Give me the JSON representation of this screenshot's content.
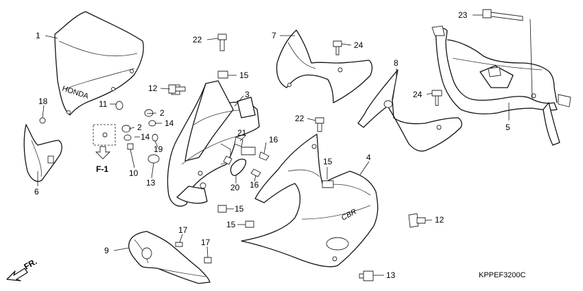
{
  "diagram": {
    "code": "KPPEF3200C",
    "front_label": "FR.",
    "view_ref": "F-1",
    "windscreen_text": "HONDA",
    "cowl_text": "CBR"
  },
  "callouts": [
    {
      "id": "c1",
      "label": "1"
    },
    {
      "id": "c2a",
      "label": "2"
    },
    {
      "id": "c2b",
      "label": "2"
    },
    {
      "id": "c3",
      "label": "3"
    },
    {
      "id": "c4",
      "label": "4"
    },
    {
      "id": "c5",
      "label": "5"
    },
    {
      "id": "c6",
      "label": "6"
    },
    {
      "id": "c7",
      "label": "7"
    },
    {
      "id": "c8",
      "label": "8"
    },
    {
      "id": "c9",
      "label": "9"
    },
    {
      "id": "c10",
      "label": "10"
    },
    {
      "id": "c11",
      "label": "11"
    },
    {
      "id": "c12a",
      "label": "12"
    },
    {
      "id": "c12b",
      "label": "12"
    },
    {
      "id": "c13a",
      "label": "13"
    },
    {
      "id": "c13b",
      "label": "13"
    },
    {
      "id": "c14a",
      "label": "14"
    },
    {
      "id": "c14b",
      "label": "14"
    },
    {
      "id": "c15a",
      "label": "15"
    },
    {
      "id": "c15b",
      "label": "15"
    },
    {
      "id": "c15c",
      "label": "15"
    },
    {
      "id": "c15d",
      "label": "15"
    },
    {
      "id": "c16a",
      "label": "16"
    },
    {
      "id": "c16b",
      "label": "16"
    },
    {
      "id": "c17a",
      "label": "17"
    },
    {
      "id": "c17b",
      "label": "17"
    },
    {
      "id": "c18",
      "label": "18"
    },
    {
      "id": "c19",
      "label": "19"
    },
    {
      "id": "c20",
      "label": "20"
    },
    {
      "id": "c21",
      "label": "21"
    },
    {
      "id": "c22a",
      "label": "22"
    },
    {
      "id": "c22b",
      "label": "22"
    },
    {
      "id": "c23",
      "label": "23"
    },
    {
      "id": "c24a",
      "label": "24"
    },
    {
      "id": "c24b",
      "label": "24"
    }
  ]
}
